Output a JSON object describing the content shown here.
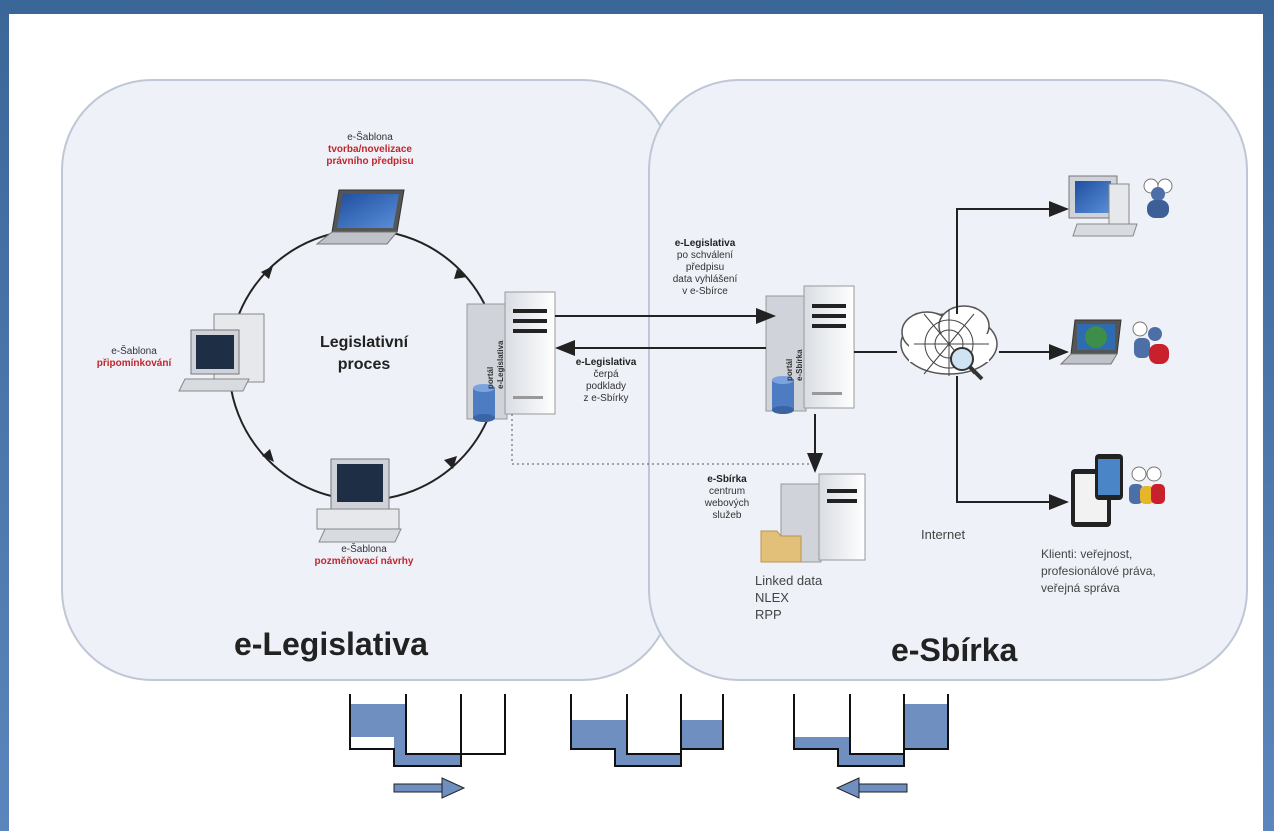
{
  "left_region": {
    "title": "e-Legislativa",
    "center_label": "Legislativní proces",
    "top_node": {
      "line1": "e-Šablona",
      "line2": "tvorba/novelizace",
      "line3": "právního předpisu"
    },
    "left_node": {
      "line1": "e-Šablona",
      "line2": "připomínkování"
    },
    "bottom_node": {
      "line1": "e-Šablona",
      "line2": "pozměňovací návrhy"
    },
    "server": {
      "line1": "portál",
      "line2": "e-Legislativa"
    }
  },
  "right_region": {
    "title": "e-Sbírka",
    "server": {
      "line1": "portál",
      "line2": "e-Sbírka"
    },
    "internet_label": "Internet",
    "web_services": {
      "line1": "e-Sbírka",
      "line2": "centrum",
      "line3": "webových",
      "line4": "služeb"
    },
    "data_list": [
      "Linked data",
      "NLEX",
      "RPP"
    ],
    "clients": [
      "Klienti: veřejnost,",
      "profesionálové práva,",
      "veřejná správa"
    ]
  },
  "flow_top": {
    "title": "e-Legislativa",
    "lines": [
      "po schválení",
      "předpisu",
      "data vyhlášení",
      "v e-Sbírce"
    ]
  },
  "flow_bottom": {
    "title": "e-Legislativa",
    "lines": [
      "čerpá",
      "podklady",
      "z e-Sbírky"
    ]
  },
  "colors": {
    "region_fill": "#eef1f7",
    "region_stroke": "#bfc7d6",
    "water": "#6f8fc0",
    "arrow": "#222222",
    "highlight_red": "#c0272d",
    "frame": "#3f6aa0"
  },
  "icons": [
    "laptop-icon",
    "desktop-computer-icon",
    "server-icon",
    "database-icon",
    "cloud-web-icon",
    "magnifier-icon",
    "users-icon",
    "tablet-icon",
    "folder-icon"
  ]
}
